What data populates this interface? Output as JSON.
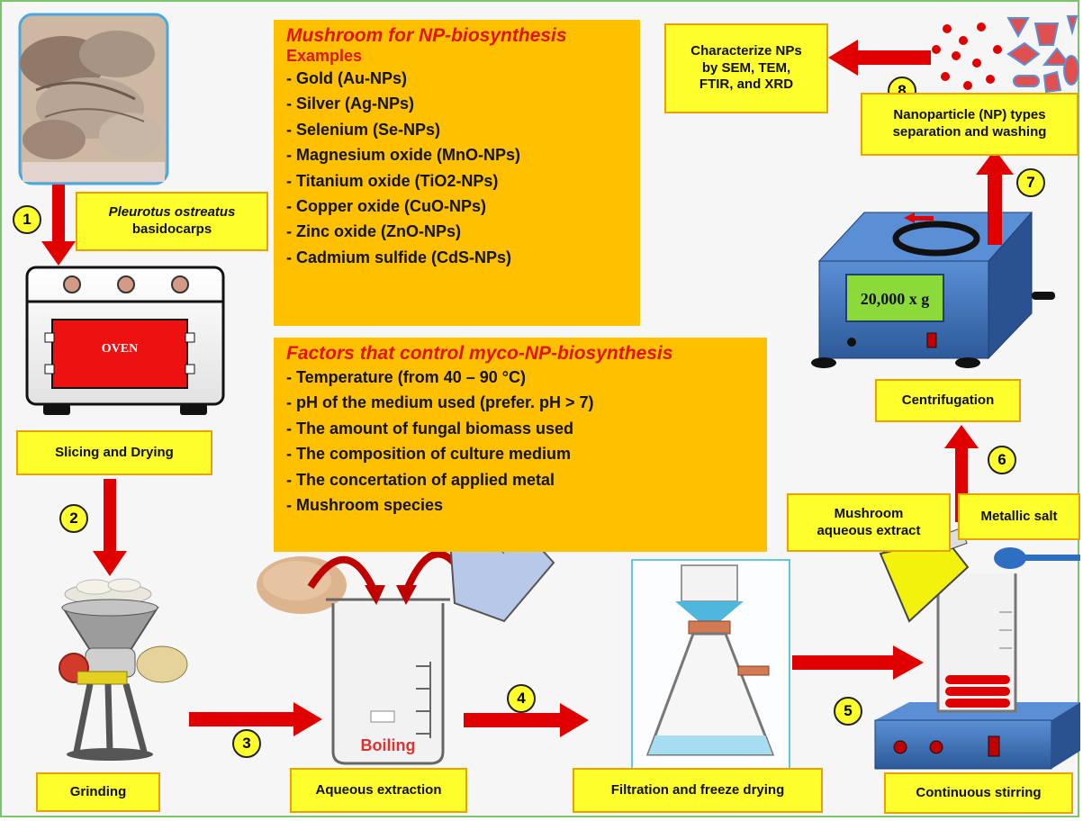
{
  "steps": {
    "s1": "1",
    "s2": "2",
    "s3": "3",
    "s4": "4",
    "s5": "5",
    "s6": "6",
    "s7": "7",
    "s8": "8"
  },
  "labels": {
    "species": "Pleurotus ostreatus",
    "species_sub": "basidocarps",
    "slicing": "Slicing and Drying",
    "grinding": "Grinding",
    "aqueous": "Aqueous extraction",
    "filtration": "Filtration and freeze drying",
    "stirring": "Continuous stirring",
    "mushroom_extract_1": "Mushroom",
    "mushroom_extract_2": "aqueous extract",
    "metallic_salt": "Metallic salt",
    "centrifugation": "Centrifugation",
    "np_sep_1": "Nanoparticle (NP) types",
    "np_sep_2": "separation and washing",
    "characterize_1": "Characterize NPs",
    "characterize_2": "by SEM, TEM,",
    "characterize_3": "FTIR, and XRD"
  },
  "equipment": {
    "oven": "OVEN",
    "boiling": "Boiling",
    "centrifuge_display": "20,000 x g"
  },
  "panel_examples": {
    "title": "Mushroom for NP-biosynthesis",
    "subtitle": "Examples",
    "items": [
      "- Gold (Au-NPs)",
      "- Silver (Ag-NPs)",
      "- Selenium (Se-NPs)",
      "- Magnesium oxide (MnO-NPs)",
      "- Titanium oxide (TiO2-NPs)",
      "- Copper oxide (CuO-NPs)",
      "- Zinc oxide (ZnO-NPs)",
      "- Cadmium sulfide (CdS-NPs)"
    ]
  },
  "panel_factors": {
    "title": "Factors that control myco-NP-biosynthesis",
    "items": [
      "- Temperature (from 40 – 90 °C)",
      "- pH of the medium used (prefer. pH > 7)",
      "- The amount of fungal biomass used",
      "- The composition of culture medium",
      "- The concertation of applied metal",
      "- Mushroom species"
    ]
  },
  "colors": {
    "arrow": "#e00000",
    "label_bg": "#ffff2e",
    "panel_bg": "#ffc000",
    "panel_title": "#e0160e",
    "device_blue": "#3a6bb0"
  }
}
